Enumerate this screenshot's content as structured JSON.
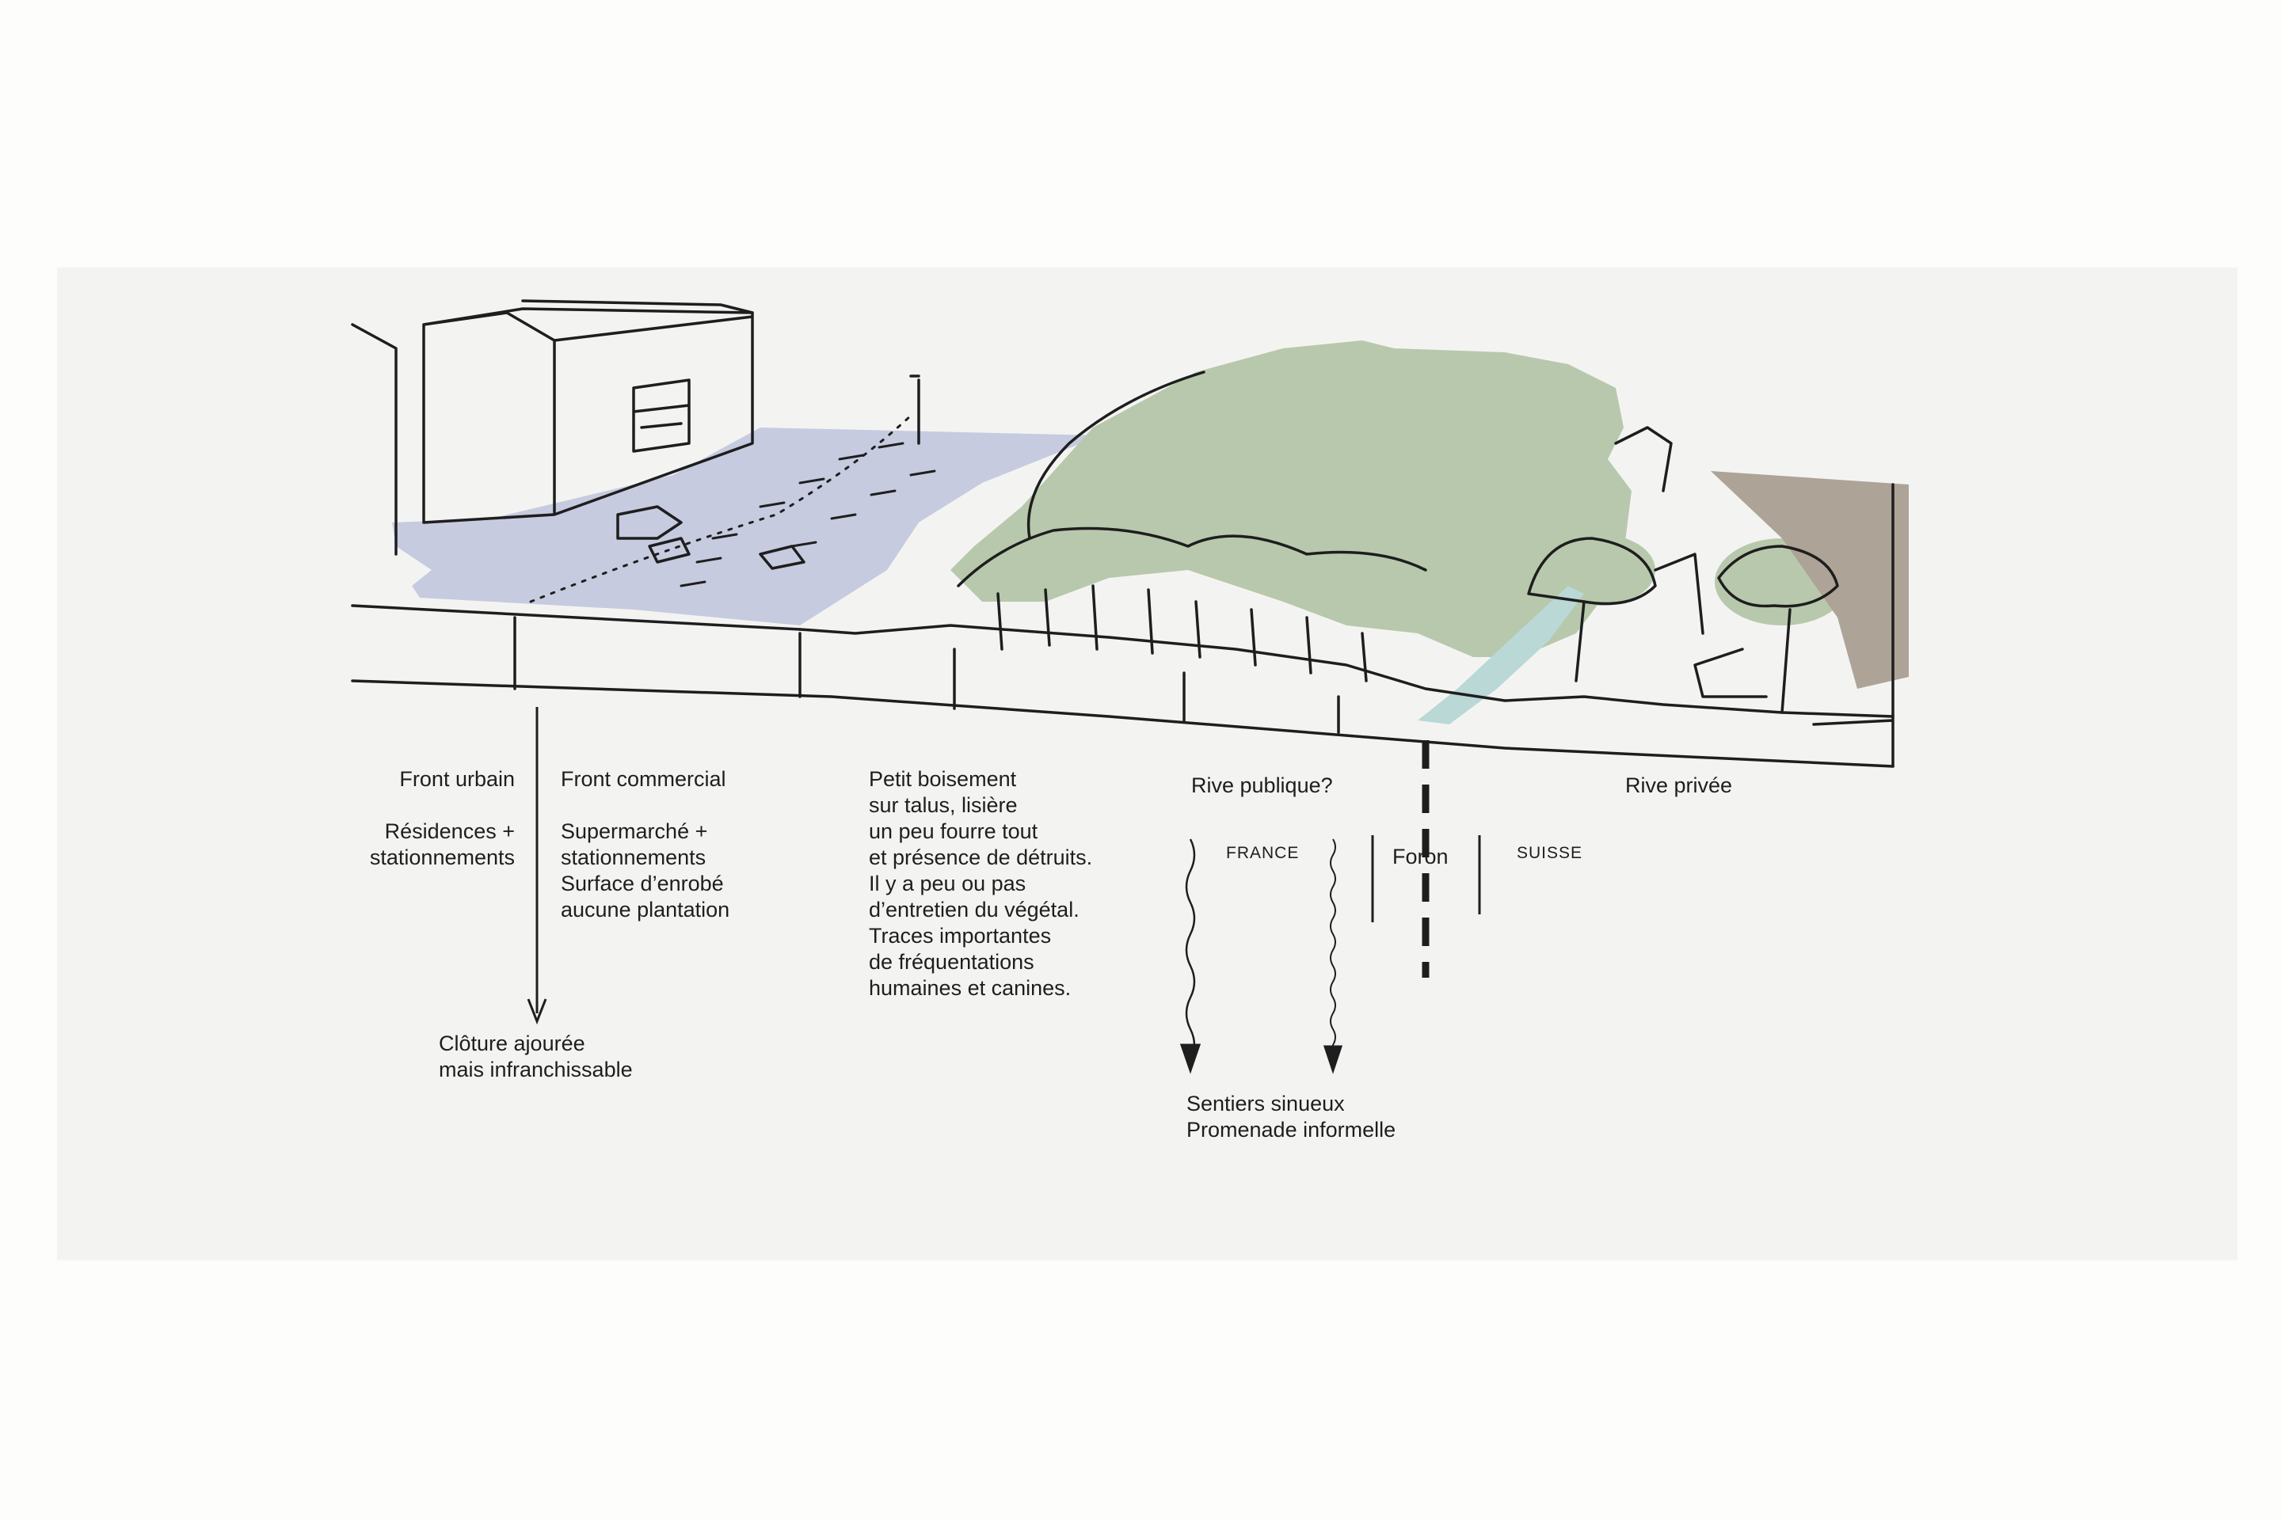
{
  "labels": {
    "front_urbain": "Front urbain",
    "residences": "Résidences +\nstationnements",
    "front_commercial": "Front commercial",
    "supermarche": "Supermarché +\nstationnements\nSurface d’enrobé\naucune plantation",
    "cloture": "Clôture ajourée\nmais infranchissable",
    "boisement": "Petit boisement\nsur talus, lisière\nun peu fourre tout\net présence de détruits.\nIl y a peu ou pas\nd’entretien du végétal.\nTraces importantes\nde fréquentations\nhumaines et canines.",
    "rive_publique": "Rive publique?",
    "rive_privee": "Rive privée",
    "france": "FRANCE",
    "foron": "Foron",
    "suisse": "SUISSE",
    "sentiers": "Sentiers sinueux\nPromenade informelle"
  },
  "colors": {
    "panel": "#f3f4f2",
    "parking": "#c7cbe0",
    "trees": "#b8c8ac",
    "water": "#b9d8d6",
    "private_bank": "#ada397",
    "ink": "#1e1e1e"
  }
}
